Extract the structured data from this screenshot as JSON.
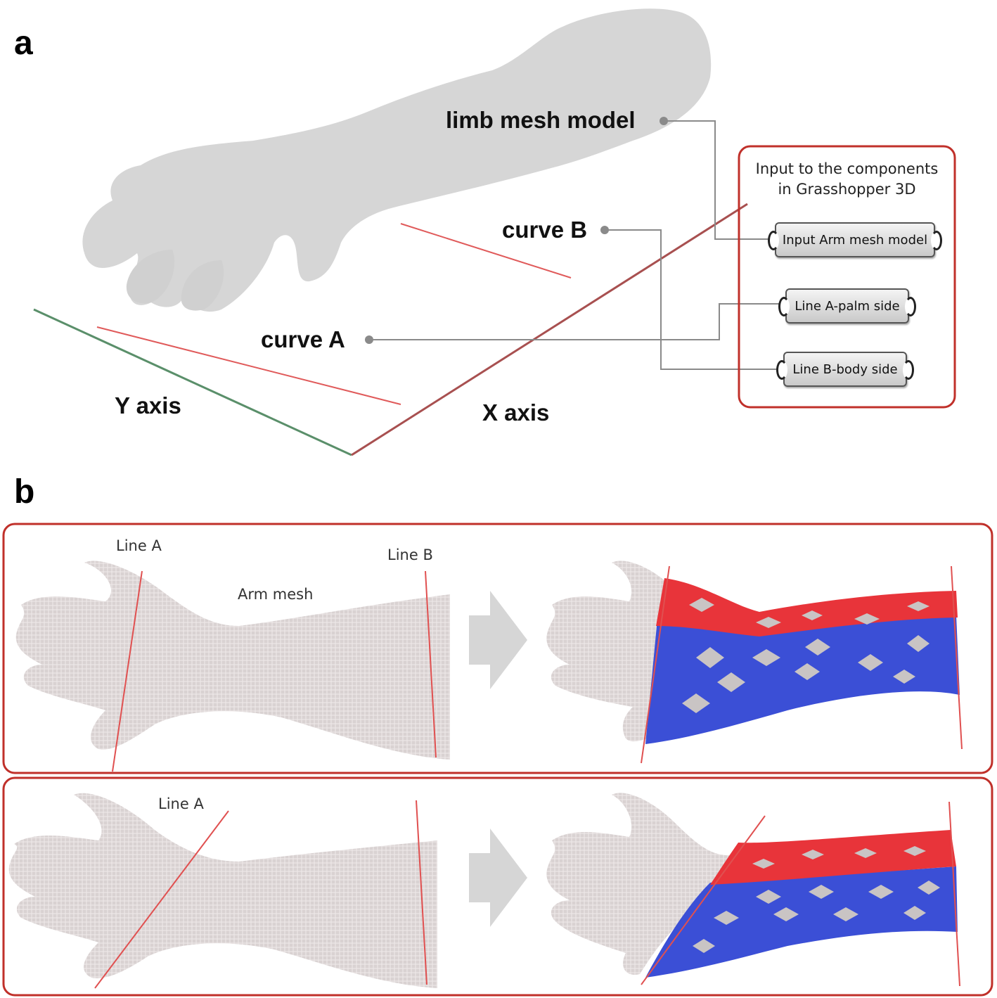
{
  "panel_a": {
    "letter": "a",
    "labels": {
      "limb_mesh_model": "limb mesh model",
      "curve_b": "curve B",
      "curve_a": "curve A",
      "y_axis": "Y axis",
      "x_axis": "X axis"
    },
    "grasshopper_box": {
      "title_line1": "Input to the components",
      "title_line2": "in Grasshopper 3D",
      "components": [
        "Input Arm mesh model",
        "Line A-palm side",
        "Line B-body side"
      ]
    }
  },
  "panel_b": {
    "letter": "b",
    "row1": {
      "line_a": "Line A",
      "line_b": "Line B",
      "arm_mesh": "Arm mesh"
    },
    "row2": {
      "line_a": "Line A"
    }
  },
  "colors": {
    "mesh": "#d4d4d4",
    "curve": "#e05050",
    "frame": "#c0302a",
    "cast_top": "#e8343a",
    "cast_bottom": "#3b4fd6",
    "arrow": "#d6d6d6",
    "y_axis": "#5a8f6a",
    "x_axis": "#a85050"
  }
}
